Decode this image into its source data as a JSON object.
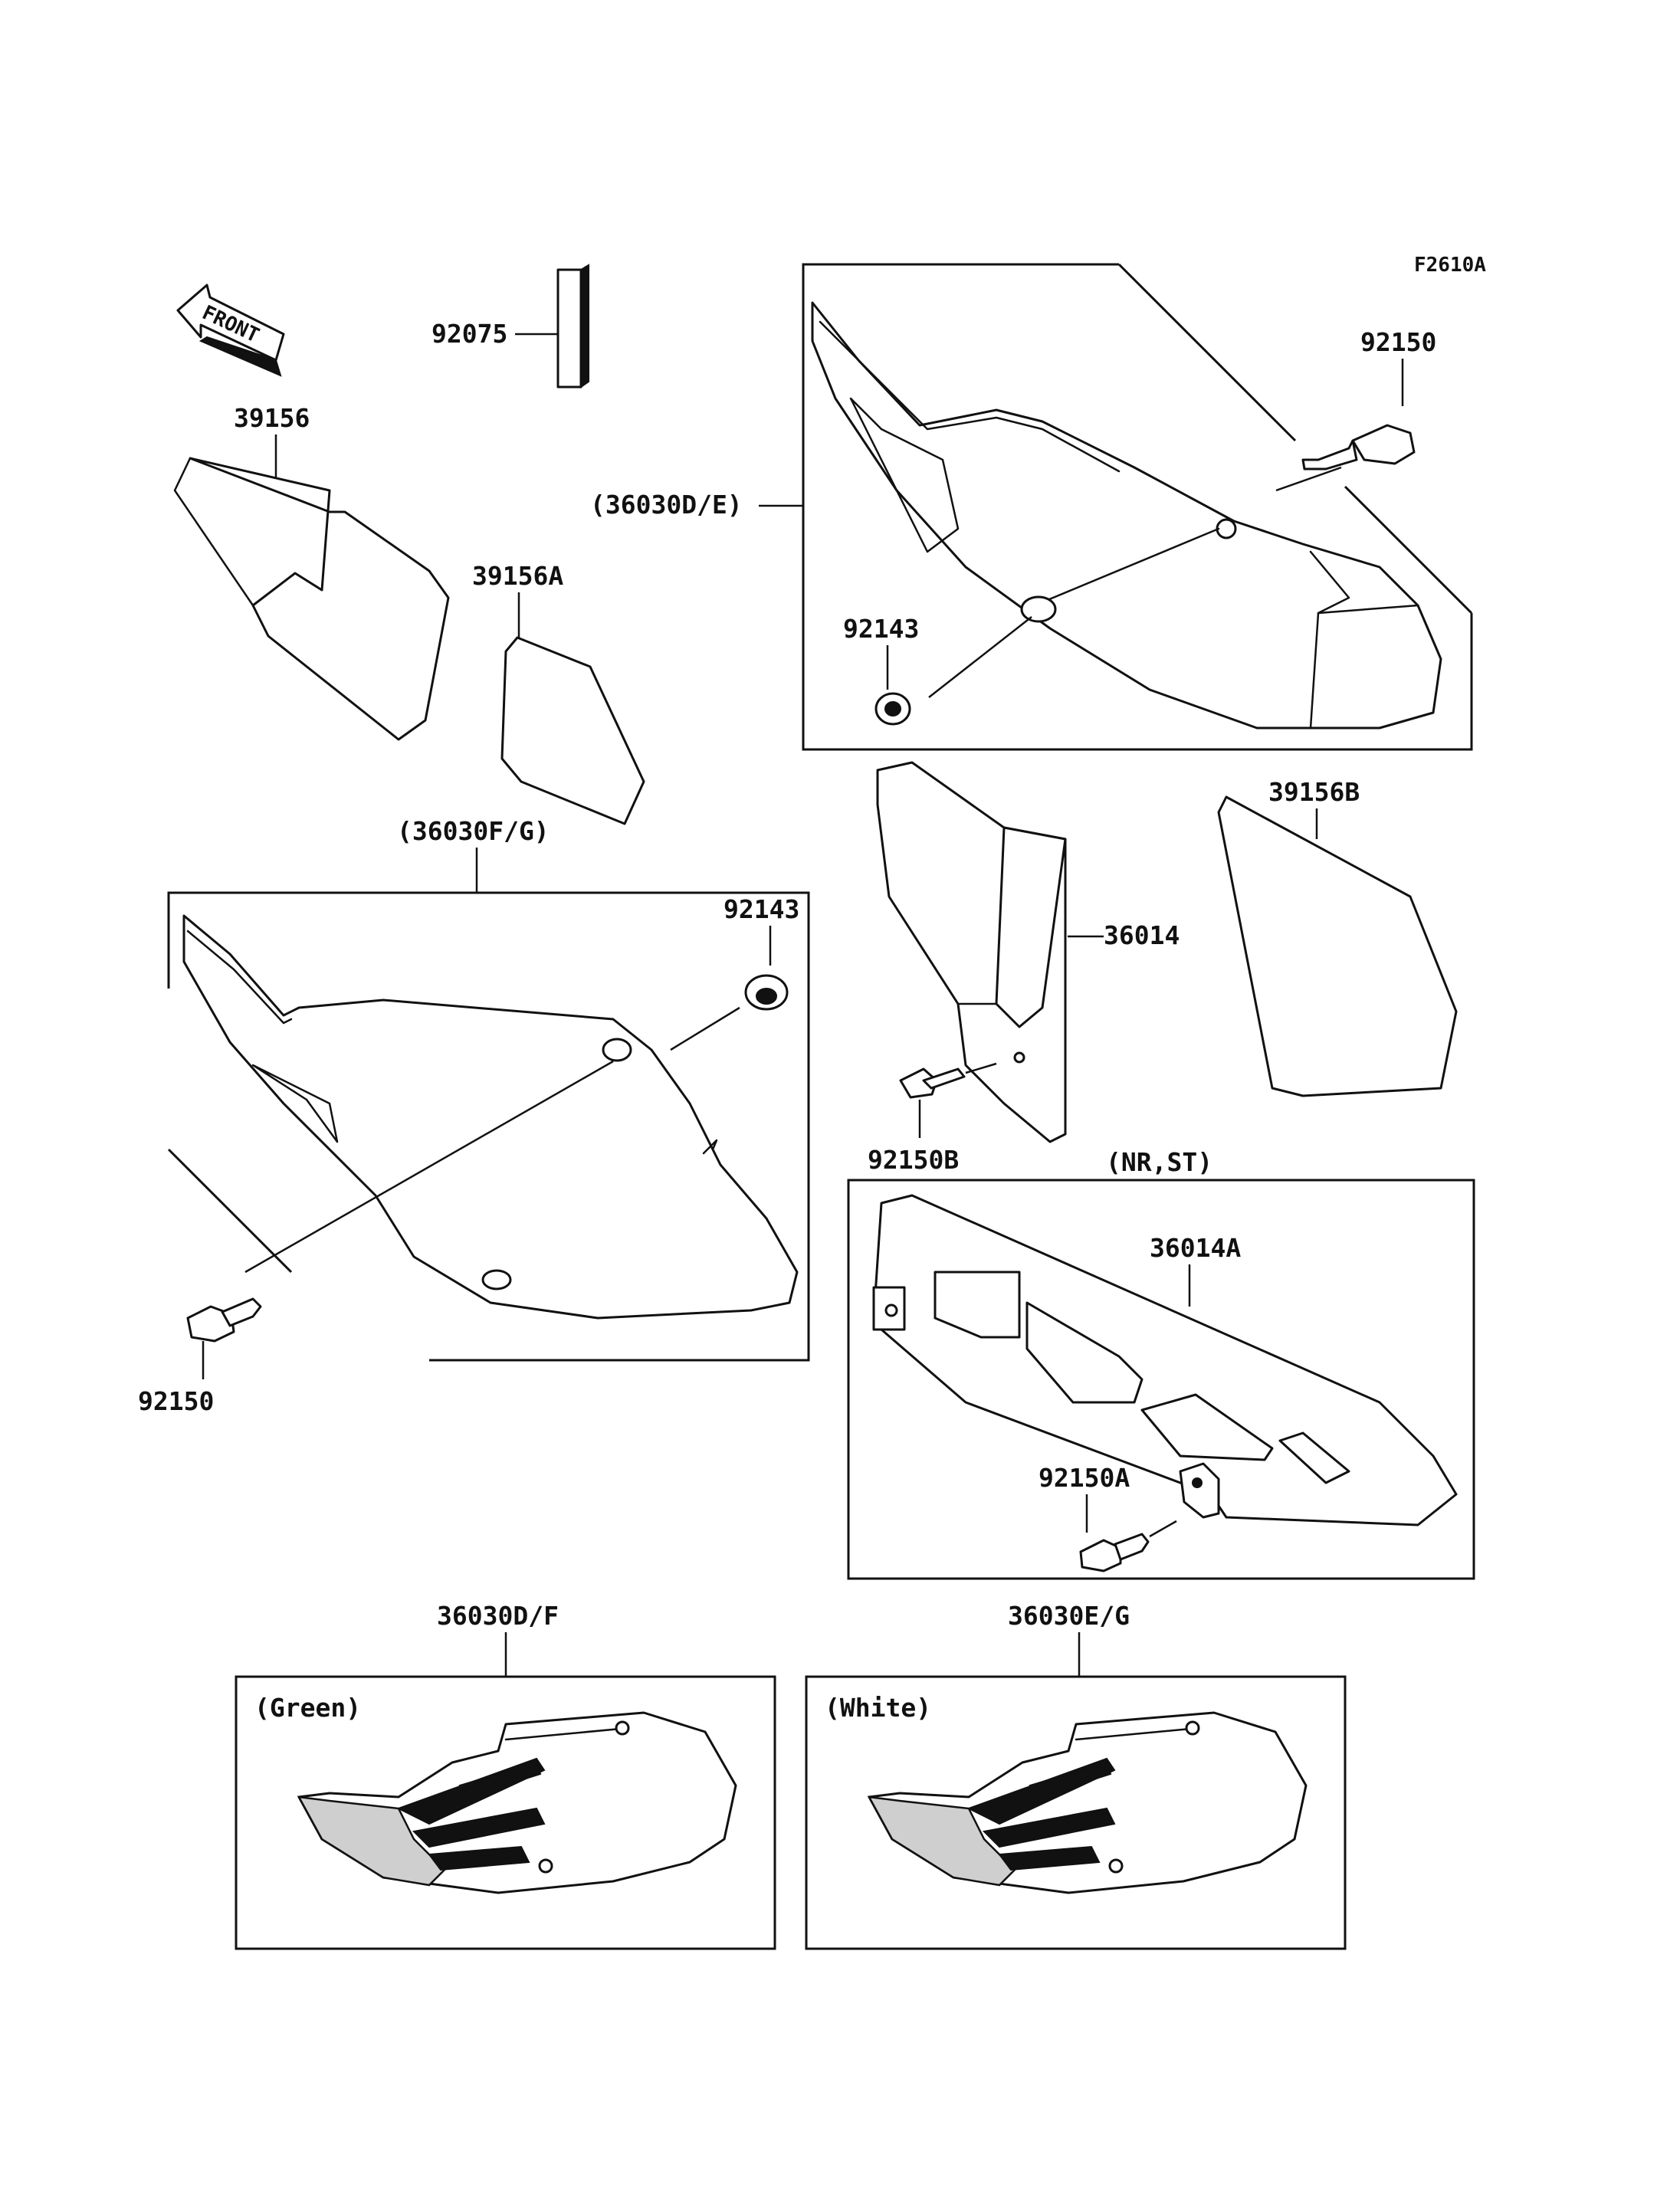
{
  "diagram": {
    "figure_code": "F2610A",
    "front_label": "FRONT",
    "colors": {
      "line": "#111111",
      "background": "#ffffff"
    },
    "callouts": {
      "p92075": "92075",
      "p39156": "39156",
      "p39156A": "39156A",
      "p39156B": "39156B",
      "p36030DE": "(36030D/E)",
      "p36030FG": "(36030F/G)",
      "p92150_top": "92150",
      "p92143_top": "92143",
      "p92143_left": "92143",
      "p92150_left": "92150",
      "p36014": "36014",
      "p92150B": "92150B",
      "p36014A": "36014A",
      "p92150A": "92150A",
      "nr_st": "(NR,ST)",
      "p36030DF": "36030D/F",
      "p36030EG": "36030E/G",
      "green": "(Green)",
      "white": "(White)"
    }
  }
}
